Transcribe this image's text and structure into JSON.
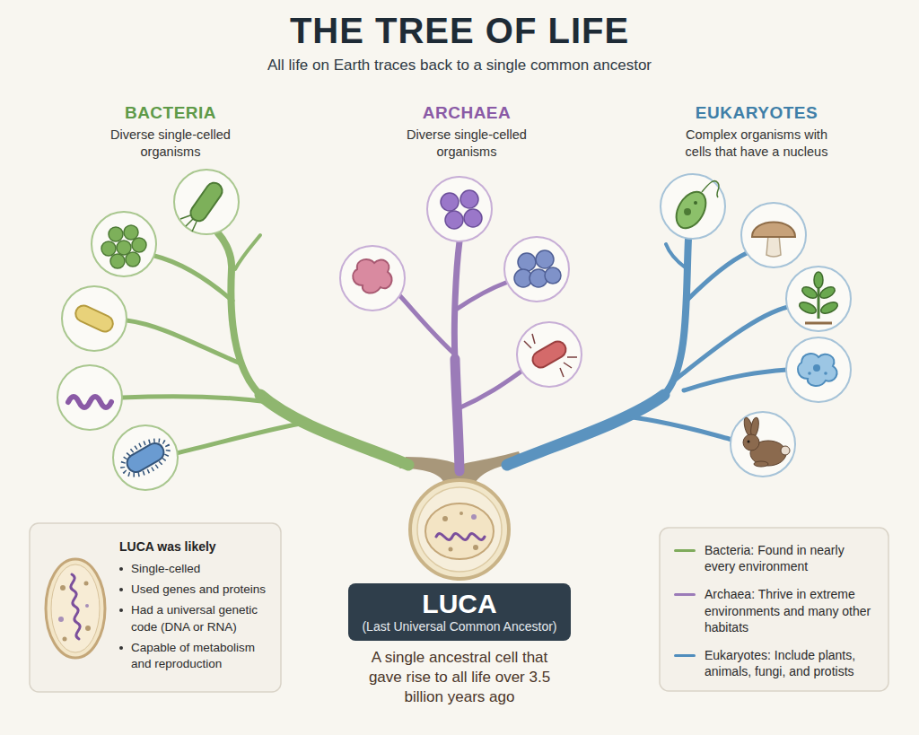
{
  "diagram": {
    "title": "THE TREE OF LIFE",
    "nodes": [
      {
        "text": [
          "LUCA",
          "(Last Universal Common Ancestor)"
        ]
      },
      {
        "text": [
          "LUCA was likely",
          "Single-celled",
          "Used genes and proteins",
          "Had a universal genetic code (DNA or RNA)",
          "Capable of metabolism and reproduction"
        ]
      }
    ],
    "labels": [
      "All life on Earth traces back to a single common ancestor",
      "BACTERIA",
      "Diverse single-celled organisms",
      "ARCHAEA",
      "Diverse single-celled organisms",
      "EUKARYOTES",
      "Complex organisms with cells that have a nucleus",
      "A single ancestral cell that gave rise to all life over 3.5 billion years ago"
    ],
    "legend": [
      {
        "text": "Bacteria: Found in nearly every environment"
      },
      {
        "text": "Archaea: Thrive in extreme environments and many other habitats"
      },
      {
        "text": "Eukaryotes: Include plants, animals, fungi, and protists"
      }
    ]
  }
}
